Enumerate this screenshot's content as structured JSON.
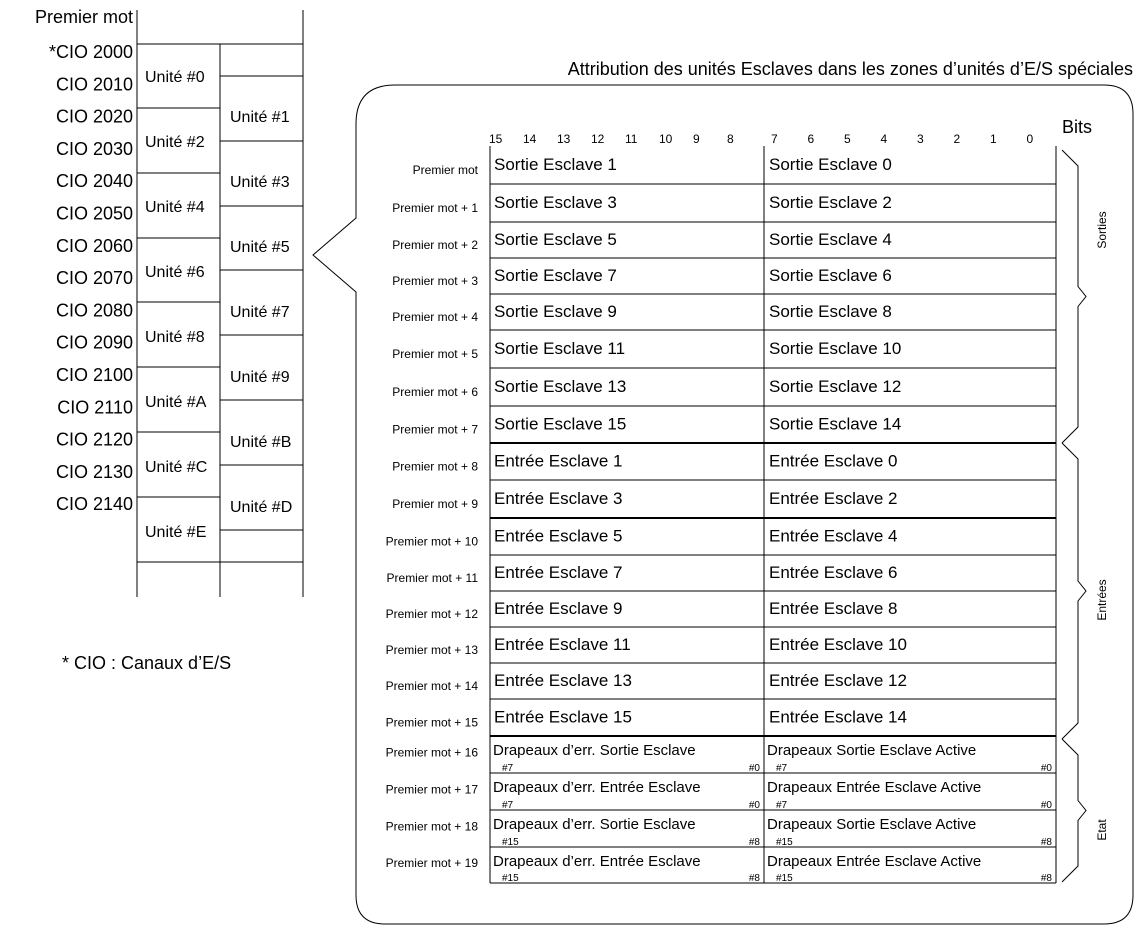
{
  "left": {
    "header": "Premier mot",
    "addresses": [
      "*CIO 2000",
      "CIO 2010",
      "CIO 2020",
      "CIO 2030",
      "CIO 2040",
      "CIO 2050",
      "CIO 2060",
      "CIO 2070",
      "CIO 2080",
      "CIO 2090",
      "CIO 2100",
      "CIO 2110",
      "CIO 2120",
      "CIO 2130",
      "CIO 2140"
    ],
    "units_col1": [
      "Unité #0",
      "Unité #2",
      "Unité #4",
      "Unité #6",
      "Unité #8",
      "Unité #A",
      "Unité #C",
      "Unité #E"
    ],
    "units_col2": [
      "Unité #1",
      "Unité #3",
      "Unité #5",
      "Unité #7",
      "Unité #9",
      "Unité #B",
      "Unité #D"
    ],
    "footnote": "* CIO : Canaux d’E/S"
  },
  "main": {
    "title": "Attribution des unités Esclaves dans les zones d’unités d’E/S spéciales",
    "bits_label": "Bits",
    "bits": [
      "15",
      "14",
      "13",
      "12",
      "11",
      "10",
      "9",
      "8",
      "7",
      "6",
      "5",
      "4",
      "3",
      "2",
      "1",
      "0"
    ],
    "words": [
      "Premier mot",
      "Premier mot + 1",
      "Premier mot + 2",
      "Premier mot + 3",
      "Premier mot + 4",
      "Premier mot + 5",
      "Premier mot + 6",
      "Premier mot + 7",
      "Premier mot + 8",
      "Premier mot + 9",
      "Premier mot + 10",
      "Premier mot + 11",
      "Premier mot + 12",
      "Premier mot + 13",
      "Premier mot + 14",
      "Premier mot + 15",
      "Premier mot + 16",
      "Premier mot + 17",
      "Premier mot + 18",
      "Premier mot + 19"
    ],
    "rows": [
      [
        "Sortie Esclave 1",
        "Sortie Esclave 0"
      ],
      [
        "Sortie Esclave 3",
        "Sortie Esclave 2"
      ],
      [
        "Sortie Esclave 5",
        "Sortie Esclave 4"
      ],
      [
        "Sortie Esclave 7",
        "Sortie Esclave 6"
      ],
      [
        "Sortie Esclave 9",
        "Sortie Esclave 8"
      ],
      [
        "Sortie Esclave 11",
        "Sortie Esclave 10"
      ],
      [
        "Sortie Esclave 13",
        "Sortie Esclave 12"
      ],
      [
        "Sortie Esclave 15",
        "Sortie Esclave 14"
      ],
      [
        "Entrée Esclave 1",
        "Entrée Esclave 0"
      ],
      [
        "Entrée Esclave 3",
        "Entrée Esclave 2"
      ],
      [
        "Entrée Esclave 5",
        "Entrée Esclave 4"
      ],
      [
        "Entrée Esclave 7",
        "Entrée Esclave 6"
      ],
      [
        "Entrée Esclave 9",
        "Entrée Esclave 8"
      ],
      [
        "Entrée Esclave 11",
        "Entrée Esclave 10"
      ],
      [
        "Entrée Esclave 13",
        "Entrée Esclave 12"
      ],
      [
        "Entrée Esclave 15",
        "Entrée Esclave 14"
      ]
    ],
    "flag_rows": [
      {
        "left": "Drapeaux d’err. Sortie Esclave",
        "left_lo": "#7",
        "left_hi": "#0",
        "right": "Drapeaux Sortie Esclave Active",
        "right_lo": "#7",
        "right_hi": "#0"
      },
      {
        "left": "Drapeaux d’err. Entrée Esclave",
        "left_lo": "#7",
        "left_hi": "#0",
        "right": "Drapeaux Entrée Esclave Active",
        "right_lo": "#7",
        "right_hi": "#0"
      },
      {
        "left": "Drapeaux d’err. Sortie Esclave",
        "left_lo": "#15",
        "left_hi": "#8",
        "right": "Drapeaux Sortie Esclave Active",
        "right_lo": "#15",
        "right_hi": "#8"
      },
      {
        "left": "Drapeaux d’err. Entrée Esclave",
        "left_lo": "#15",
        "left_hi": "#8",
        "right": "Drapeaux Entrée Esclave Active",
        "right_lo": "#15",
        "right_hi": "#8"
      }
    ],
    "groups": [
      "Sorties",
      "Entrées",
      "Etat"
    ]
  }
}
